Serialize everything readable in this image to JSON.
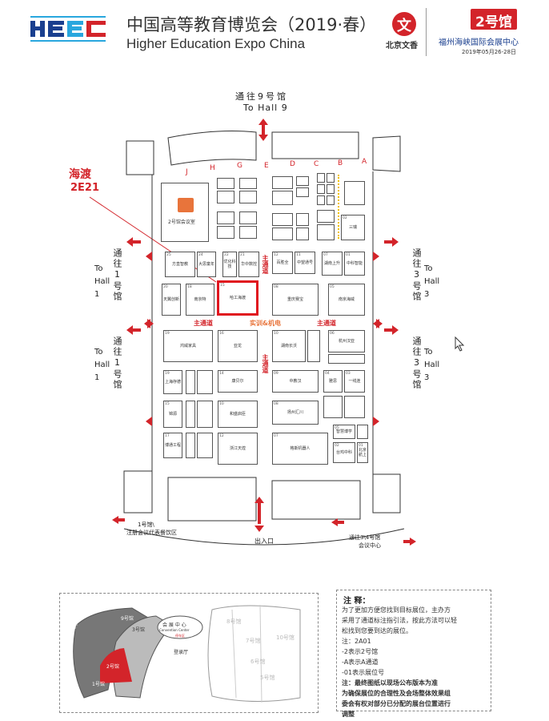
{
  "header": {
    "logo_text": "HEEC",
    "title_cn": "中国高等教育博览会（2019·春）",
    "title_en": "Higher Education Expo China",
    "partner": "北京文香",
    "hall_badge": "2号馆",
    "venue": "福州海峡国际会展中心",
    "dates": "2019年05月26-28日"
  },
  "callout": {
    "name": "海渡",
    "code": "2E21"
  },
  "directions": {
    "to_hall9_cn": "通往9号馆",
    "to_hall9_en": "To Hall 9",
    "left_top_cn": "通往1号馆",
    "left_top_en": "To Hall 1",
    "left_bot_cn": "通往1号馆",
    "left_bot_en": "To Hall 1",
    "right_top_cn": "通往3号馆",
    "right_top_en": "To Hall 3",
    "right_bot_cn": "通往3号馆",
    "right_bot_en": "To Hall 3",
    "bottom_left": "1号馆\\ 注册会议代表餐饮区",
    "bottom_left_1": "1号馆\\",
    "bottom_left_2": "注册会议代表餐饮区",
    "exit": "出入口",
    "bottom_right_1": "通往3\\4号馆",
    "bottom_right_2": "会议中心"
  },
  "aisles": [
    "J",
    "H",
    "G",
    "E",
    "D",
    "C",
    "B",
    "A"
  ],
  "labels": {
    "main_aisle": "主通道",
    "training": "实训&机电",
    "meeting_room": "2号馆会议室"
  },
  "booths": [
    {
      "id": "b1",
      "name": "方直智教",
      "code": "25"
    },
    {
      "id": "b2",
      "name": "大思童年",
      "code": "24"
    },
    {
      "id": "b3",
      "name": "优化科技",
      "code": "22"
    },
    {
      "id": "b4",
      "name": "华中数控",
      "code": "21"
    },
    {
      "id": "b5",
      "name": "天翼创新",
      "code": "20"
    },
    {
      "id": "b6",
      "name": "南京特",
      "code": "18"
    },
    {
      "id": "b7",
      "name": "哈工海渡",
      "code": "15"
    },
    {
      "id": "b8",
      "name": "百胜全",
      "code": "12"
    },
    {
      "id": "b9",
      "name": "中望通号",
      "code": "11"
    },
    {
      "id": "b10",
      "name": "重庆赛宝",
      "code": "08"
    },
    {
      "id": "b11",
      "name": "南京海威",
      "code": "05"
    },
    {
      "id": "b12",
      "name": "鸿威家具",
      "code": "19"
    },
    {
      "id": "b13",
      "name": "亚龙",
      "code": "16"
    },
    {
      "id": "b14",
      "name": "湖南长沃",
      "code": "10"
    },
    {
      "id": "b15",
      "name": "杭州汉亚",
      "code": "06"
    },
    {
      "id": "b16",
      "name": "康贝尔",
      "code": "14"
    },
    {
      "id": "b17",
      "name": "中教汉",
      "code": "09"
    },
    {
      "id": "b18",
      "name": "浙江天煌",
      "code": "12"
    },
    {
      "id": "b19",
      "name": "扬州汇川",
      "code": "08"
    },
    {
      "id": "b20",
      "name": "格斯机器人",
      "code": "07"
    },
    {
      "id": "b21",
      "name": "一线连",
      "code": "03"
    },
    {
      "id": "b22",
      "name": "和盛启臣",
      "code": "10"
    },
    {
      "id": "b23",
      "name": "上海存德",
      "code": "19"
    },
    {
      "id": "b24",
      "name": "博通工程",
      "code": "17"
    },
    {
      "id": "b25",
      "name": "三瑞",
      "code": "02"
    },
    {
      "id": "b26",
      "name": "中科智能",
      "code": "01"
    },
    {
      "id": "b27",
      "name": "湖南上升",
      "code": "07"
    },
    {
      "id": "b28",
      "name": "锦源",
      "code": "15"
    },
    {
      "id": "b29",
      "name": "雅思",
      "code": "04"
    },
    {
      "id": "b30",
      "name": "智慧博学",
      "code": "05"
    },
    {
      "id": "b31",
      "name": "台鸡中科",
      "code": "02"
    },
    {
      "id": "b32",
      "name": "北京航上",
      "code": "01"
    }
  ],
  "minimap": {
    "hall_labels": [
      "1号馆",
      "2号馆",
      "3号馆",
      "5号馆",
      "6号馆",
      "7号馆",
      "8号馆",
      "9号馆",
      "10号馆"
    ],
    "center_cn": "会 展 中 心",
    "center_en": "Convention Center",
    "center_tag": "停车区",
    "side_label": "登录厅",
    "left_label": "登录厅"
  },
  "notes": {
    "title": "注 释：",
    "lines": [
      "为了更加方便您找到目标展位，主办方",
      "采用了通道标注指引法，按此方法可以轻",
      "松找到您要到达的展位。",
      "注：2A01",
      "-2表示2号馆",
      "-A表示A通道",
      "-01表示展位号"
    ],
    "warn_lines": [
      "注：最终图纸以现场公布版本为准",
      "为确保展位的合理性及会场整体效果组",
      "委会有权对部分已分配的展台位置进行",
      "调整"
    ]
  },
  "colors": {
    "brand_red": "#d3242a",
    "brand_blue": "#1a3f8f",
    "accent_orange": "#e8743b"
  }
}
